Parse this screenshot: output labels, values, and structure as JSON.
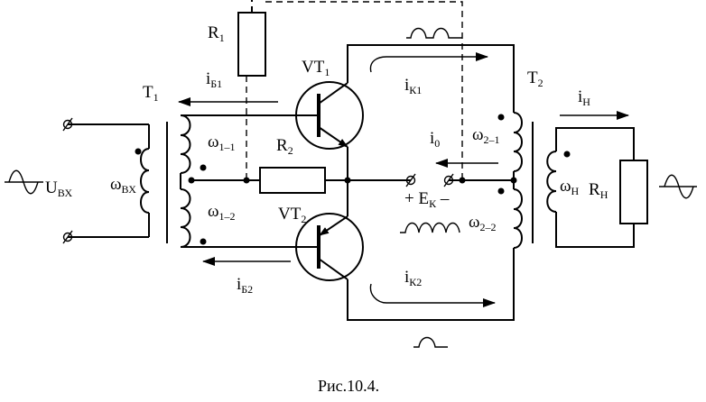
{
  "figure": {
    "caption": "Рис.10.4.",
    "labels": {
      "r1": {
        "main": "R",
        "sub": "1"
      },
      "r2": {
        "main": "R",
        "sub": "2"
      },
      "rh": {
        "main": "R",
        "sub": "Н"
      },
      "vt1": {
        "main": "VT",
        "sub": "1"
      },
      "vt2": {
        "main": "VT",
        "sub": "2"
      },
      "t1": {
        "main": "T",
        "sub": "1"
      },
      "t2": {
        "main": "T",
        "sub": "2"
      },
      "ib1": {
        "main": "i",
        "sub": "Б1"
      },
      "ib2": {
        "main": "i",
        "sub": "Б2"
      },
      "ik1": {
        "main": "i",
        "sub": "К1"
      },
      "ik2": {
        "main": "i",
        "sub": "К2"
      },
      "i0": {
        "main": "i",
        "sub": "0"
      },
      "ih": {
        "main": "i",
        "sub": "Н"
      },
      "ubx": {
        "main": "U",
        "sub": "ВХ"
      },
      "wbx": {
        "main": "ω",
        "sub": "ВХ"
      },
      "w11": {
        "main": "ω",
        "sub": "1–1"
      },
      "w12": {
        "main": "ω",
        "sub": "1–2"
      },
      "w21": {
        "main": "ω",
        "sub": "2–1"
      },
      "w22": {
        "main": "ω",
        "sub": "2–2"
      },
      "wh": {
        "main": "ω",
        "sub": "Н"
      },
      "ek": {
        "pre": "+ E",
        "sub": "К",
        "post": " –"
      }
    }
  }
}
